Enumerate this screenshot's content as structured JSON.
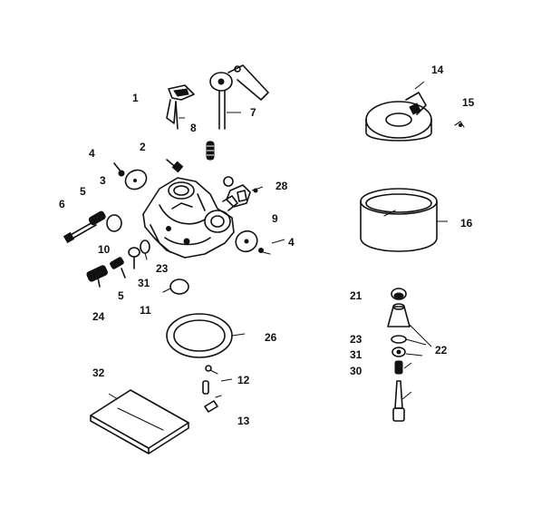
{
  "labels": {
    "l1": "1",
    "l2": "2",
    "l3": "3",
    "l4a": "4",
    "l4b": "4",
    "l5a": "5",
    "l5b": "5",
    "l6": "6",
    "l7": "7",
    "l8": "8",
    "l9": "9",
    "l10": "10",
    "l11": "11",
    "l12": "12",
    "l13": "13",
    "l14": "14",
    "l15": "15",
    "l16": "16",
    "l21": "21",
    "l22": "22",
    "l23a": "23",
    "l23b": "23",
    "l24": "24",
    "l26": "26",
    "l28": "28",
    "l30": "30",
    "l31a": "31",
    "l31b": "31",
    "l32": "32"
  }
}
